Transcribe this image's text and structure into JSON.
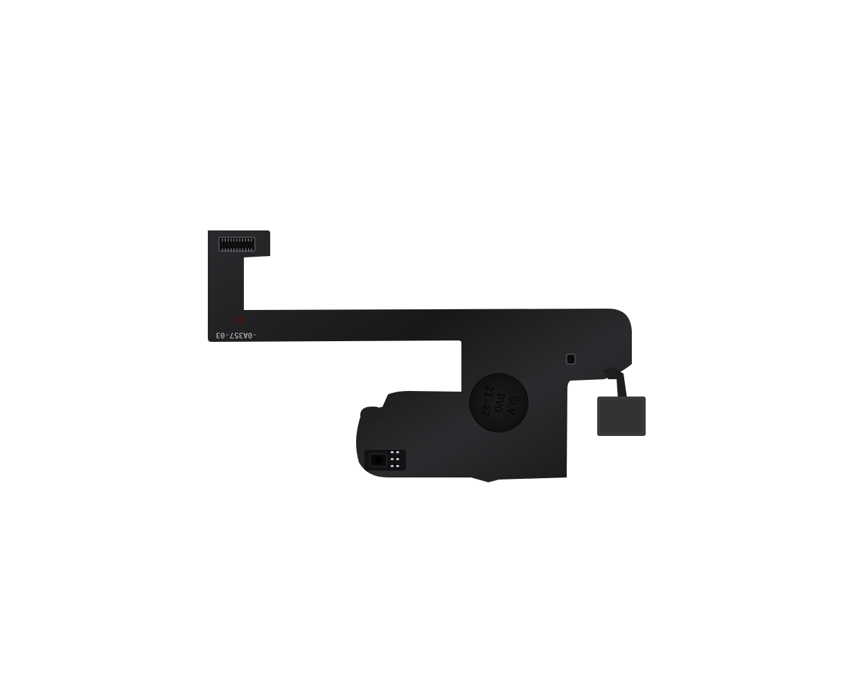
{
  "photo": {
    "background_color": "#ffffff",
    "flex_color": "#1b1b1d",
    "flex_highlight": "#2c2c2f",
    "part_number_text": "-0A357-03",
    "stamp_lines": [
      "GLV",
      "DVO",
      "21-47"
    ],
    "components": [
      "board-to-board-connector",
      "proximity-sensor",
      "stiffener-pad",
      "circular-stamp"
    ]
  }
}
